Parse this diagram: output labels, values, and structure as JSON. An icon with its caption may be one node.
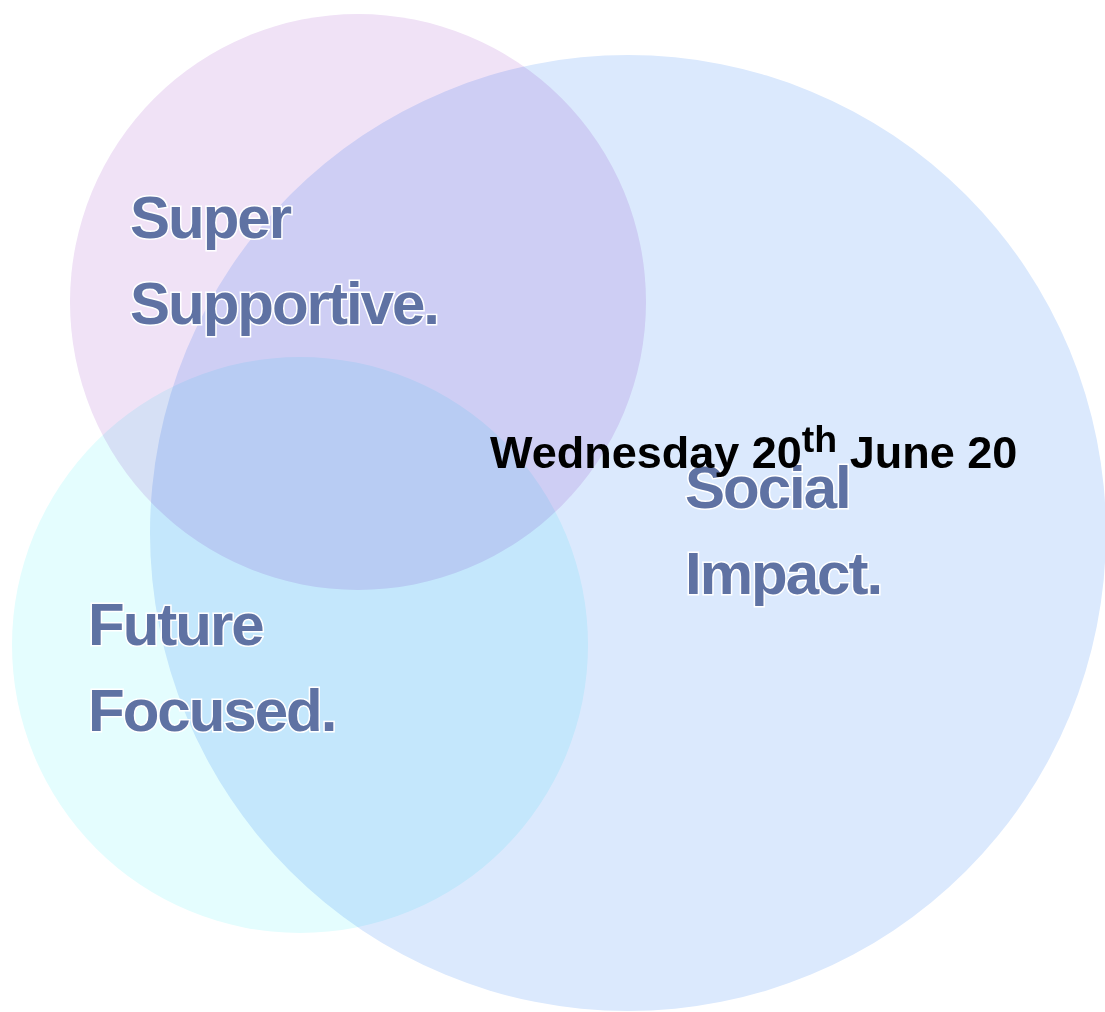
{
  "diagram": {
    "nodes": [
      {
        "text": [
          "Super Supportive."
        ]
      },
      {
        "text": [
          "Social Impact."
        ]
      },
      {
        "text": [
          "Future Focused."
        ]
      }
    ],
    "labels": [
      "Wednesday 20$^{th}$ June 20"
    ]
  }
}
